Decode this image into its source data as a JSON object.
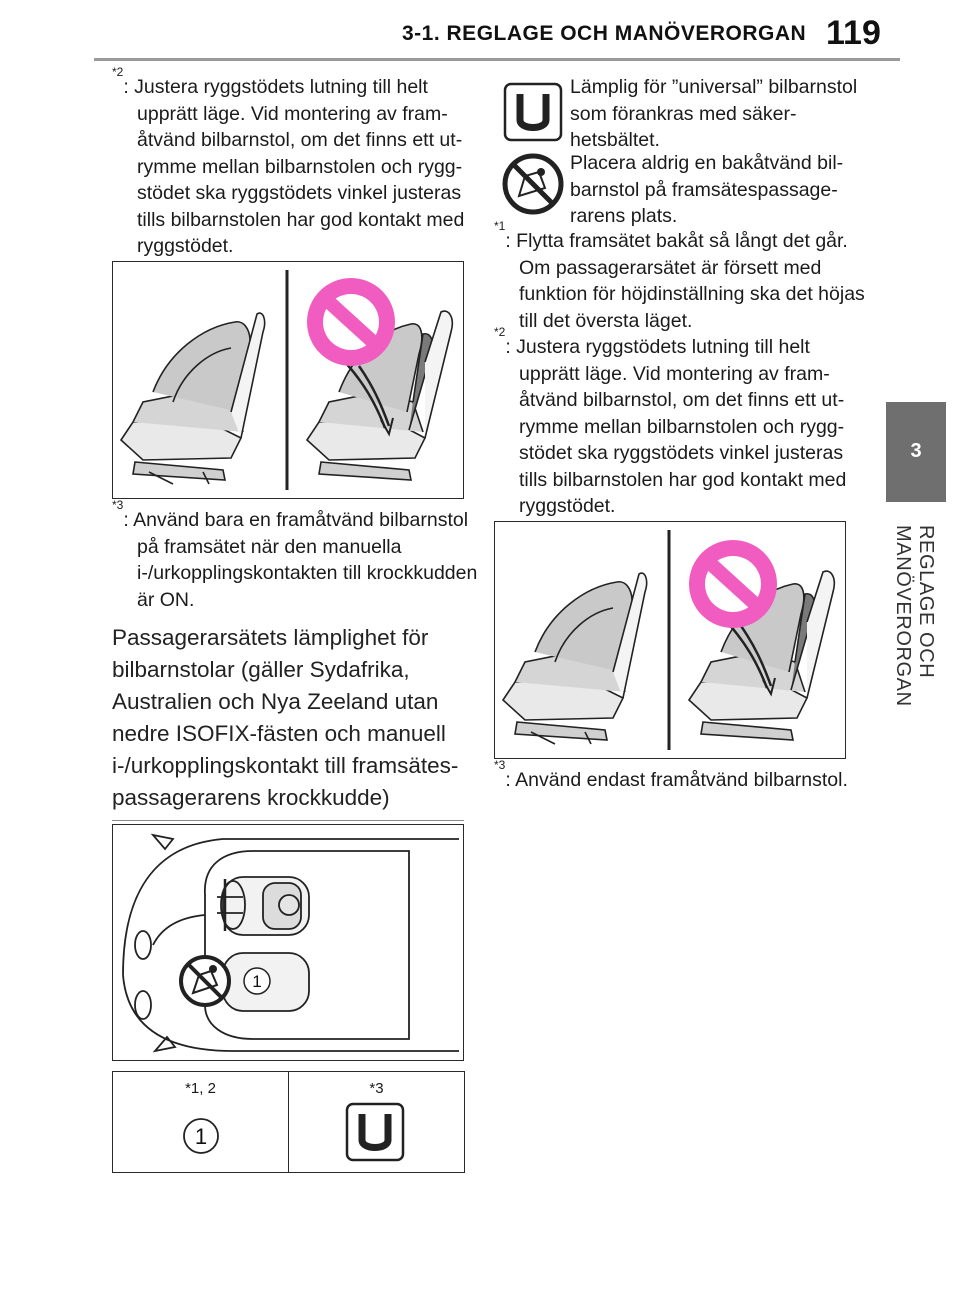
{
  "header": {
    "section_title": "3-1. REGLAGE OCH MANÖVERORGAN",
    "page_number": "119"
  },
  "side_tab": {
    "chapter_number": "3",
    "chapter_title": "REGLAGE OCH MANÖVERORGAN"
  },
  "left_column": {
    "note_2_marker": "*2",
    "note_2_text": ": Justera ryggstödets lutning till helt upprätt läge. Vid montering av fram­åtvänd bilbarnstol, om det finns ett ut­rymme mellan bilbarnstolen och rygg­stödet ska ryggstödets vinkel justeras tills bilbarnstolen har god kontakt med ryggstödet.",
    "note_3_marker": "*3",
    "note_3_text": ": Använd bara en framåtvänd bilbarn­stol på framsätet när den manuella i-/urkopplingskontakten till krockkud­den är ON.",
    "section_heading": "Passagerarsätets lämplighet för bil­barnstolar (gäller Sydafrika, Australien och Nya Zeeland utan nedre ISOFIX-fästen och manuell i-/urkopplingskontakt till framsätes­passagerarens krockkudde)",
    "seat_label": "1",
    "table": {
      "col1_ref": "*1, 2",
      "col1_symbol": "1",
      "col2_ref": "*3",
      "col2_symbol": "U"
    }
  },
  "right_column": {
    "legend_u_text": "Lämplig för ”universal” bilbarn­stol som förankras med säker­hetsbältet.",
    "legend_no_text": "Placera aldrig en bakåtvänd bil­barnstol på framsätespassage­rarens plats.",
    "legend_u_symbol": "U",
    "note_1_marker": "*1",
    "note_1_text": ": Flytta framsätet bakåt så långt det går. Om passagerarsätet är försett med funktion för höjdinställning ska det höjas till det översta läget.",
    "note_2_marker": "*2",
    "note_2_text": ": Justera ryggstödets lutning till helt upprätt läge. Vid montering av fram­åtvänd bilbarnstol, om det finns ett ut­rymme mellan bilbarnstolen och rygg­stödet ska ryggstödets vinkel justeras tills bilbarnstolen har god kontakt med ryggstödet.",
    "note_3_marker": "*3",
    "note_3_text": ": Använd endast framåtvänd bilbarn­stol."
  },
  "colors": {
    "prohibition": "#f05cc0",
    "tab": "#6f6f6f",
    "seat_fill": "#c9c9c9",
    "seat_dark": "#7a7a7a"
  },
  "icons": [
    "prohibition-icon",
    "universal-u-icon",
    "no-rear-facing-seat-icon",
    "child-seat-illustration",
    "car-top-view-illustration"
  ]
}
